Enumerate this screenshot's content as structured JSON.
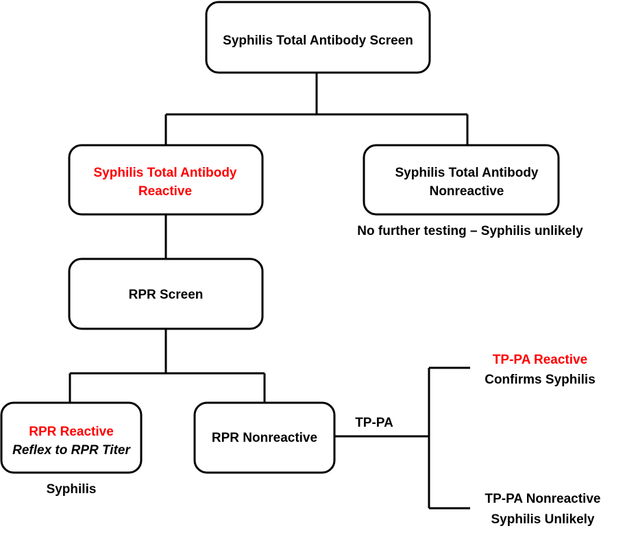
{
  "colors": {
    "highlight": "#ff0000",
    "text": "#000000",
    "stroke": "#000000"
  },
  "nodes": {
    "screen": {
      "line1": "Syphilis Total Antibody Screen"
    },
    "reactive": {
      "line1": "Syphilis Total Antibody",
      "line2": "Reactive"
    },
    "nonreactive": {
      "line1": "Syphilis Total Antibody",
      "line2": "Nonreactive"
    },
    "rpr_screen": {
      "line1": "RPR Screen"
    },
    "rpr_reactive": {
      "line1": "RPR Reactive",
      "line2": "Reflex to RPR Titer"
    },
    "rpr_nonreactive": {
      "line1": "RPR Nonreactive"
    }
  },
  "labels": {
    "no_further": "No further testing  – Syphilis unlikely",
    "syphilis": "Syphilis",
    "tppa": "TP-PA",
    "tppa_reactive": "TP-PA Reactive",
    "confirms": "Confirms Syphilis",
    "tppa_nonreactive": "TP-PA Nonreactive",
    "unlikely": "Syphilis Unlikely"
  }
}
